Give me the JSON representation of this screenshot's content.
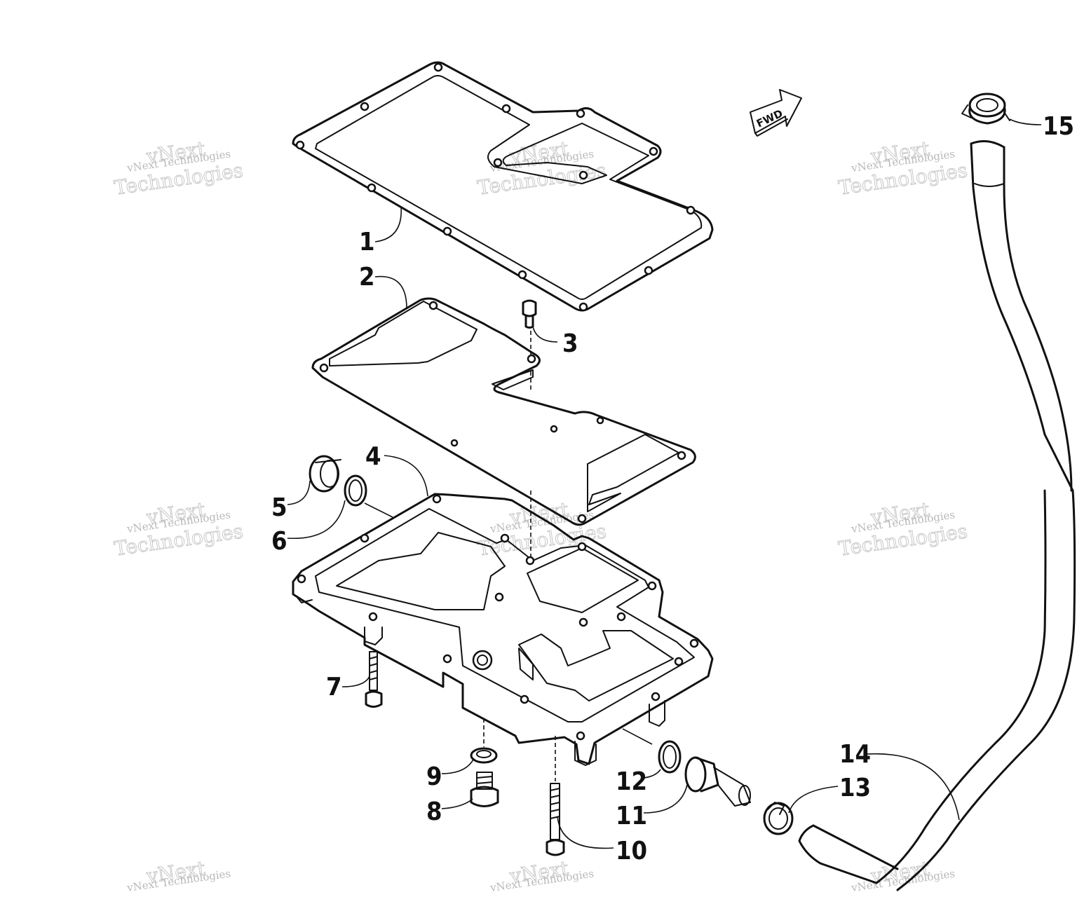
{
  "diagram": {
    "direction_label": "FWD",
    "callouts": [
      "1",
      "2",
      "3",
      "4",
      "5",
      "6",
      "7",
      "8",
      "9",
      "10",
      "11",
      "12",
      "13",
      "14",
      "15"
    ],
    "watermark": {
      "line1": "vNext Technologies",
      "line2": "vNext",
      "line3": "Technologies"
    }
  }
}
